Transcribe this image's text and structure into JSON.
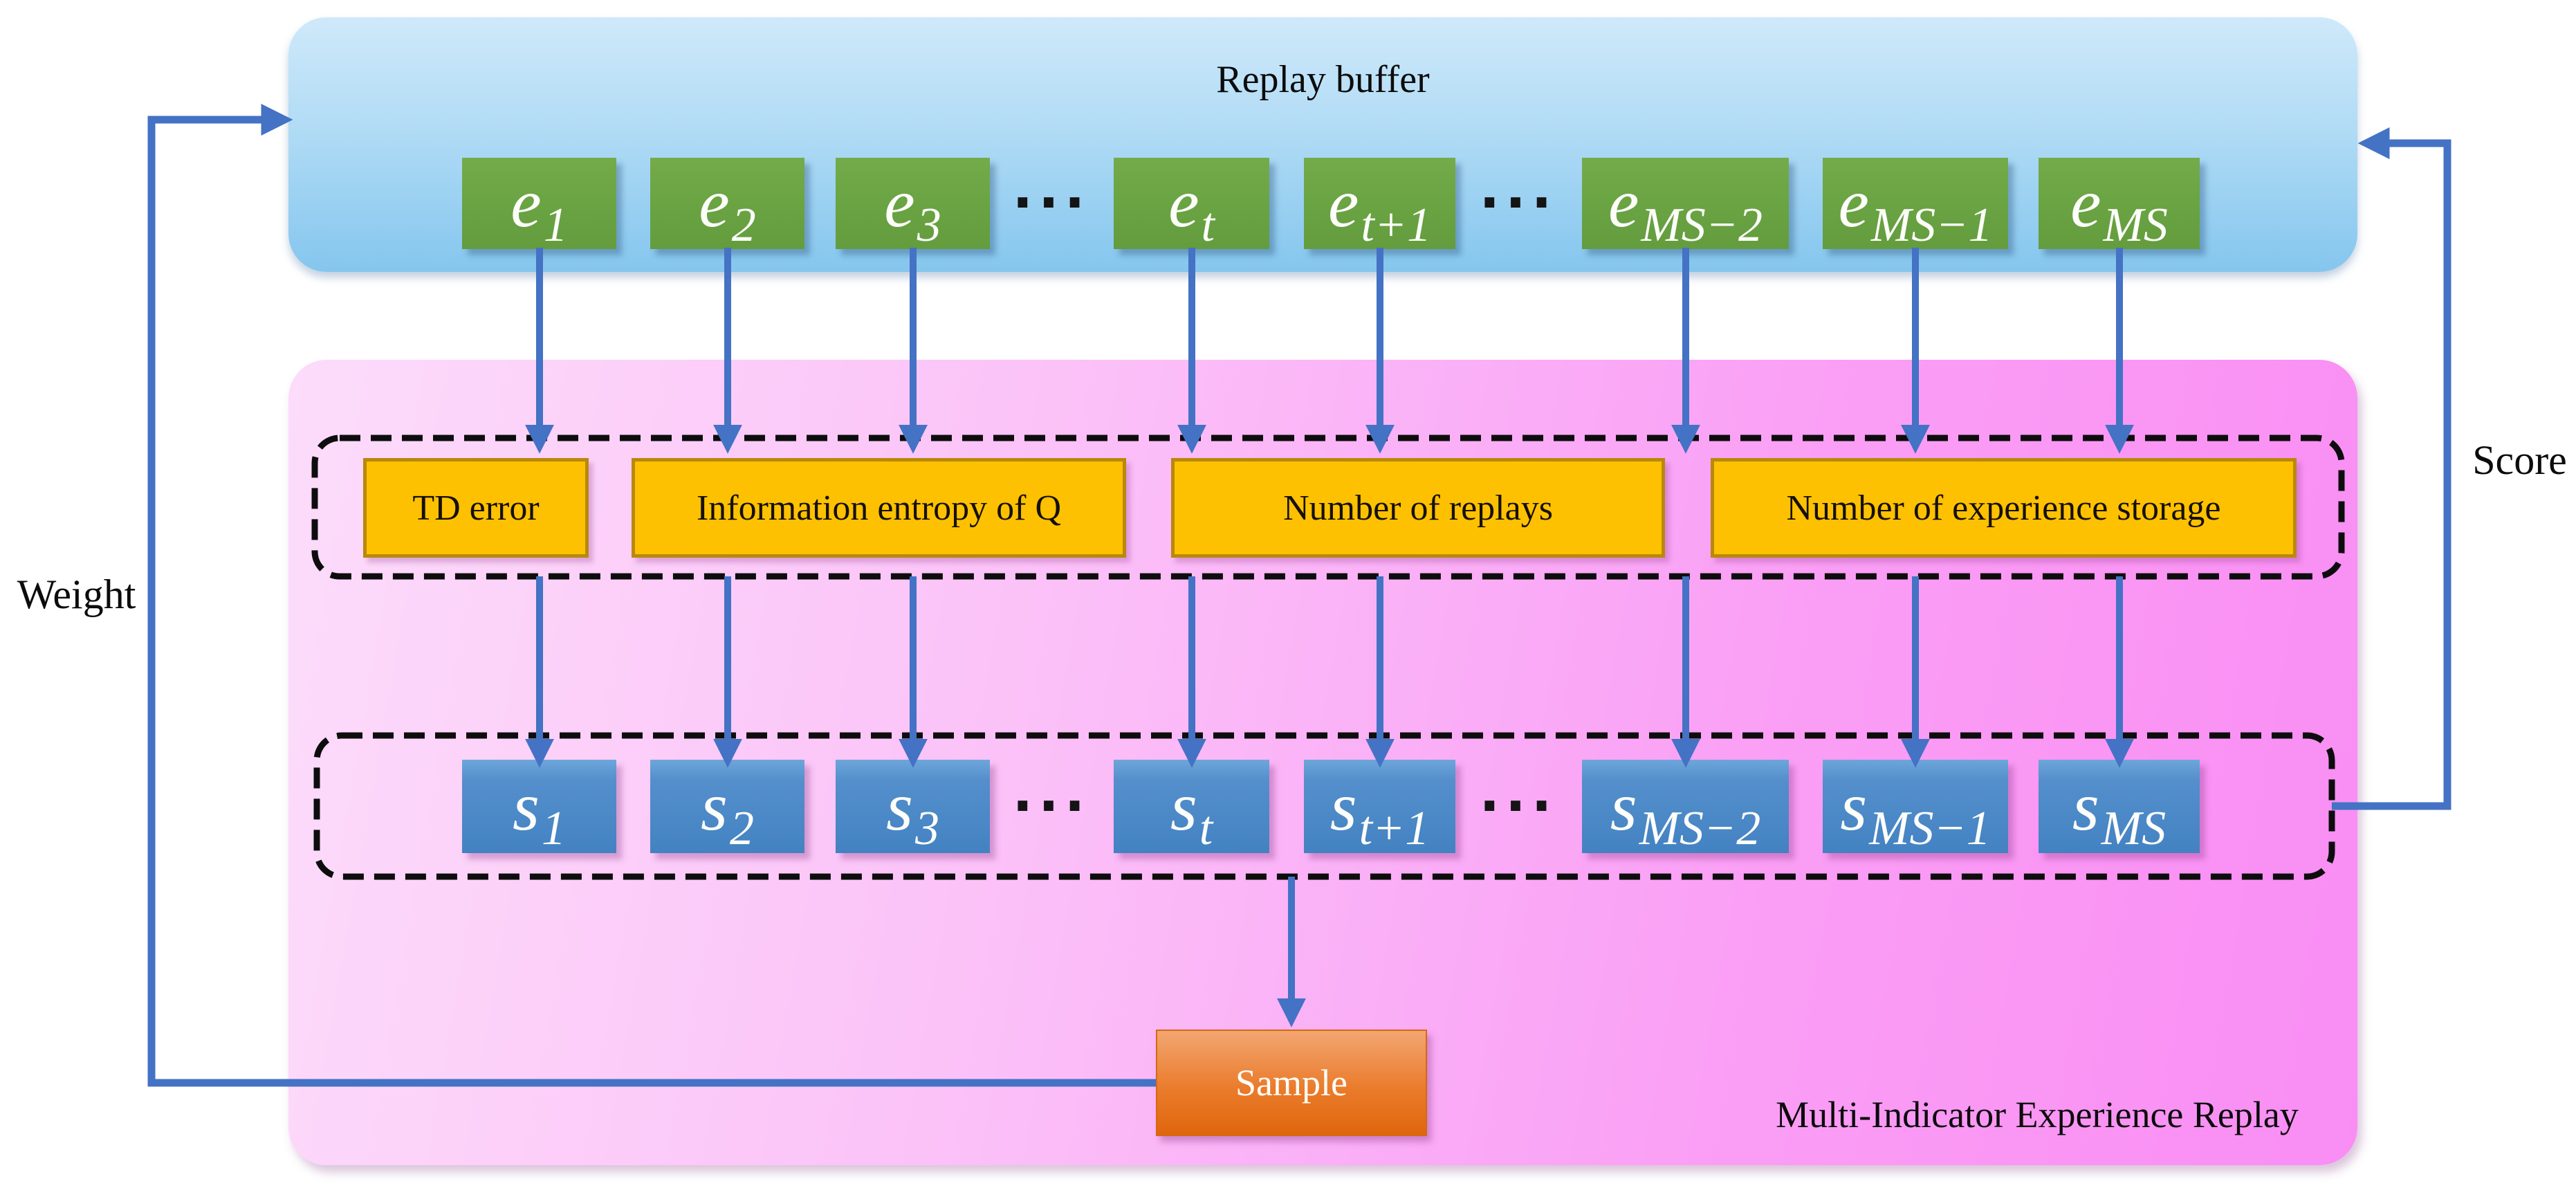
{
  "replay_buffer": {
    "title": "Replay buffer",
    "ellipsis": "···",
    "cells": [
      {
        "base": "e",
        "sub": "1"
      },
      {
        "base": "e",
        "sub": "2"
      },
      {
        "base": "e",
        "sub": "3"
      },
      {
        "base": "e",
        "sub": "t"
      },
      {
        "base": "e",
        "sub": "t+1"
      },
      {
        "base": "e",
        "sub": "MS−2"
      },
      {
        "base": "e",
        "sub": "MS−1"
      },
      {
        "base": "e",
        "sub": "MS"
      }
    ]
  },
  "indicators": {
    "items": [
      "TD error",
      "Information entropy of Q",
      "Number of replays",
      "Number of experience storage"
    ]
  },
  "score_row": {
    "ellipsis": "···",
    "cells": [
      {
        "base": "s",
        "sub": "1"
      },
      {
        "base": "s",
        "sub": "2"
      },
      {
        "base": "s",
        "sub": "3"
      },
      {
        "base": "s",
        "sub": "t"
      },
      {
        "base": "s",
        "sub": "t+1"
      },
      {
        "base": "s",
        "sub": "MS−2"
      },
      {
        "base": "s",
        "sub": "MS−1"
      },
      {
        "base": "s",
        "sub": "MS"
      }
    ]
  },
  "sample": {
    "label": "Sample"
  },
  "mier": {
    "label": "Multi-Indicator Experience Replay"
  },
  "edge_labels": {
    "weight": "Weight",
    "score": "Score"
  },
  "colors": {
    "arrow": "#4472c4",
    "experience_box": "#6ba445",
    "score_box": "#4e87c5",
    "indicator_fill": "#fec101",
    "indicator_border": "#b8890b",
    "sample_box": "#e9731f",
    "replay_buffer_fill": "#a9d7f4",
    "mier_fill": "#fa9cf5",
    "dashed_border": "#0d0d0d"
  }
}
